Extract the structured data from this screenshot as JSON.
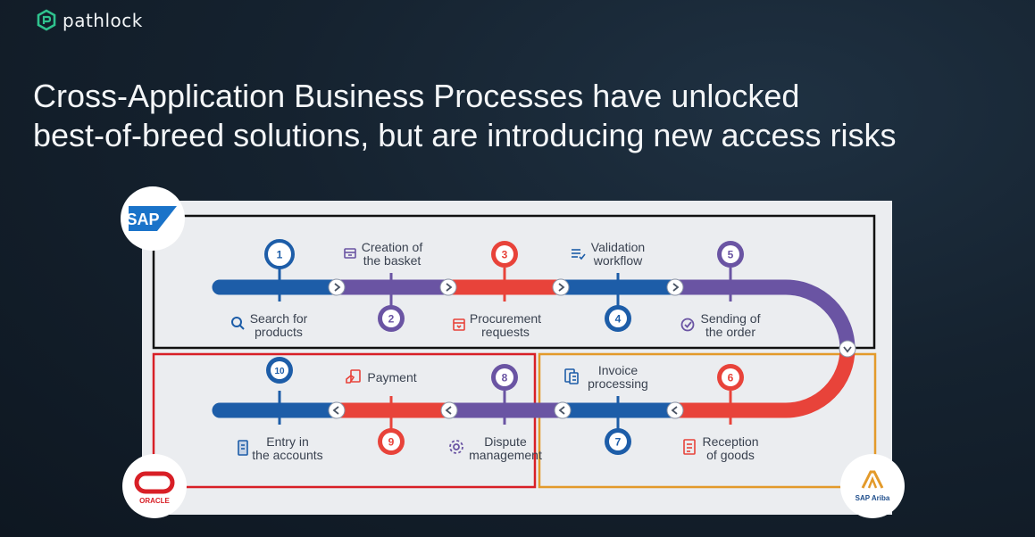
{
  "brand": {
    "name": "pathlock"
  },
  "title": {
    "line1": "Cross-Application Business Processes have unlocked",
    "line2": "best-of-breed solutions, but are introducing new access risks"
  },
  "logos": {
    "sap": "SAP",
    "oracle": "ORACLE",
    "ariba": "SAP Ariba"
  },
  "colors": {
    "blue": "#1d5da8",
    "purple": "#6a54a3",
    "red": "#e8433a",
    "sap_box": "#111111",
    "oracle_box": "#d81f26",
    "ariba_box": "#e39a2a"
  },
  "steps": [
    {
      "n": "1",
      "label_line1": "Search for",
      "label_line2": "products",
      "icon": "search-icon"
    },
    {
      "n": "2",
      "label_line1": "Creation of",
      "label_line2": "the basket",
      "icon": "basket-icon"
    },
    {
      "n": "3",
      "label_line1": "Procurement",
      "label_line2": "requests",
      "icon": "request-icon"
    },
    {
      "n": "4",
      "label_line1": "Validation",
      "label_line2": "workflow",
      "icon": "checklist-icon"
    },
    {
      "n": "5",
      "label_line1": "Sending of",
      "label_line2": "the order",
      "icon": "check-circle-icon"
    },
    {
      "n": "6",
      "label_line1": "Reception",
      "label_line2": "of goods",
      "icon": "receipt-icon"
    },
    {
      "n": "7",
      "label_line1": "Invoice",
      "label_line2": "processing",
      "icon": "invoice-icon"
    },
    {
      "n": "8",
      "label_line1": "Dispute",
      "label_line2": "management",
      "icon": "gear-icon"
    },
    {
      "n": "9",
      "label_line1": "Payment",
      "label_line2": "",
      "icon": "payment-icon"
    },
    {
      "n": "10",
      "label_line1": "Entry in",
      "label_line2": "the accounts",
      "icon": "ledger-icon"
    }
  ]
}
